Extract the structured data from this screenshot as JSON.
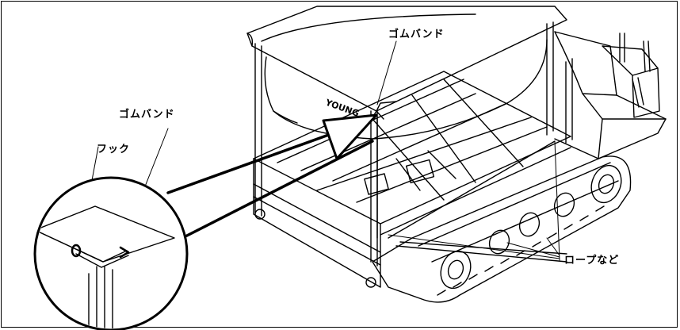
{
  "labels": {
    "rubber_band_top": "ゴムバンド",
    "rubber_band_left": "ゴムバンド",
    "hook": "フック",
    "rope_etc": "ロープなど"
  },
  "logo": "YOUNG"
}
